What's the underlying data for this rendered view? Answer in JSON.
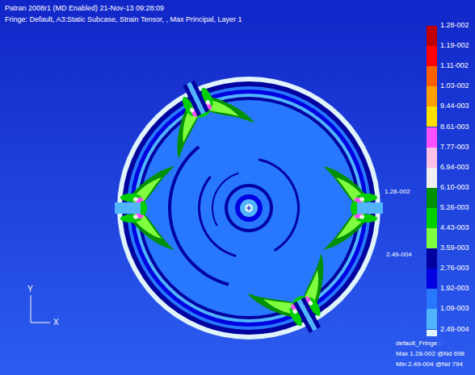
{
  "diagram": {
    "labels": [
      "Patran 2008r1 (MD Enabled) 21-Nov-13 09:28:09",
      "Fringe: Default, A3:Static Subcase, Strain Tensor, , Max Principal, Layer 1",
      "1.28-002",
      "2.49-004",
      "Y",
      "X",
      "default_Fringe :",
      "Max 1.28-002 @Nd 698",
      "Min 2.49-004 @Nd 794"
    ],
    "legend": [
      {
        "text": "1.28-002",
        "color": "#c00000"
      },
      {
        "text": "1.19-002",
        "color": "#ff0000"
      },
      {
        "text": "1.11-002",
        "color": "#ff6000"
      },
      {
        "text": "1.03-002",
        "color": "#ffa000"
      },
      {
        "text": "9.44-003",
        "color": "#ffe000"
      },
      {
        "text": "8.61-003",
        "color": "#ff50ff"
      },
      {
        "text": "7.77-003",
        "color": "#ffc0e8"
      },
      {
        "text": "6.94-003",
        "color": "#f0f0f0"
      },
      {
        "text": "6.10-003",
        "color": "#009000"
      },
      {
        "text": "5.26-003",
        "color": "#00d000"
      },
      {
        "text": "4.43-003",
        "color": "#80ff40"
      },
      {
        "text": "3.59-003",
        "color": "#0000a0"
      },
      {
        "text": "2.76-003",
        "color": "#0000e0"
      },
      {
        "text": "1.92-003",
        "color": "#2878ff"
      },
      {
        "text": "1.09-003",
        "color": "#50b4ff"
      },
      {
        "text": "2.49-004",
        "color": "#e0f4ff"
      }
    ]
  }
}
